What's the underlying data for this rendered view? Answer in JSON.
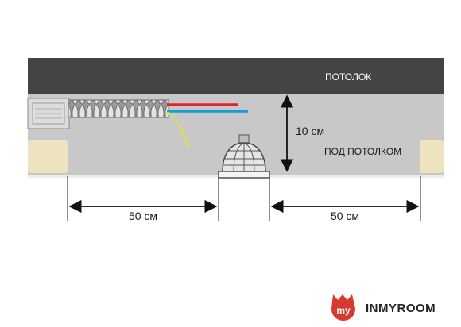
{
  "labels": {
    "ceiling": "ПОТОЛОК",
    "under_ceiling": "ПОД ПОТОЛКОМ",
    "gap_height": "10 см",
    "left_distance": "50 см",
    "right_distance": "50 см"
  },
  "brand": {
    "logo_text": "my",
    "name": "INMYROOM"
  },
  "colors": {
    "ceiling": "#444444",
    "void": "#c8c8c8",
    "wood_block": "#efe2bf",
    "wire_red": "#e2232a",
    "wire_blue": "#1a9ad6",
    "ground_wire": "#e3e62d",
    "brand_red": "#d63a2f",
    "text": "#1a1a1a"
  },
  "icons": [
    "junction-box-icon",
    "corrugated-conduit-icon",
    "spotlight-icon",
    "dimension-arrow-icon",
    "brand-logo-icon"
  ]
}
